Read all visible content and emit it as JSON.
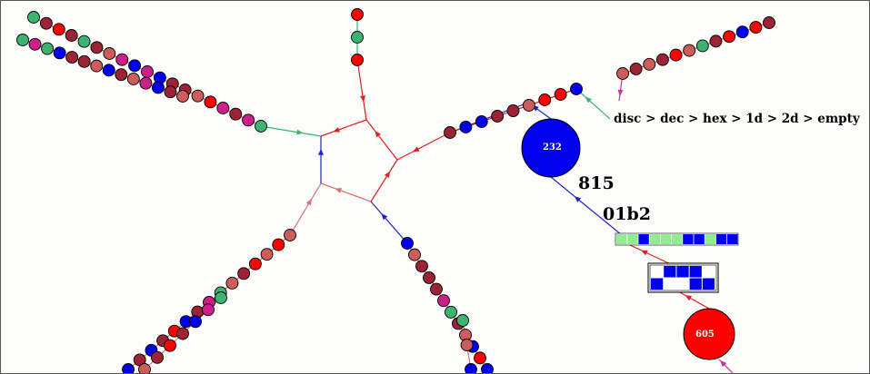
{
  "caption": "disc > dec > hex > 1d > 2d > empty",
  "big_labels": [
    "815",
    "01b2"
  ],
  "nodes": {
    "blue_hub": "232",
    "red_hub": "605"
  },
  "colors": {
    "red": "#ff0000",
    "blue": "#0000ee",
    "green": "#3cb371",
    "magenta": "#cc1f8a",
    "maroon": "#9b2335",
    "salmon": "#cd5c5c",
    "edge_red": "#e02020",
    "edge_salmon": "#d87070",
    "edge_green": "#3cb371",
    "edge_blue": "#2020cc",
    "edge_magenta": "#cc2f9f",
    "strip_green": "#90ee90"
  },
  "strip_1d": [
    "green",
    "green",
    "blue",
    "green",
    "green",
    "green",
    "blue",
    "blue",
    "green",
    "blue",
    "blue"
  ],
  "grid_2d": [
    [
      "white",
      "blue",
      "blue",
      "blue",
      "white"
    ],
    [
      "blue",
      "white",
      "white",
      "blue",
      "blue"
    ]
  ]
}
